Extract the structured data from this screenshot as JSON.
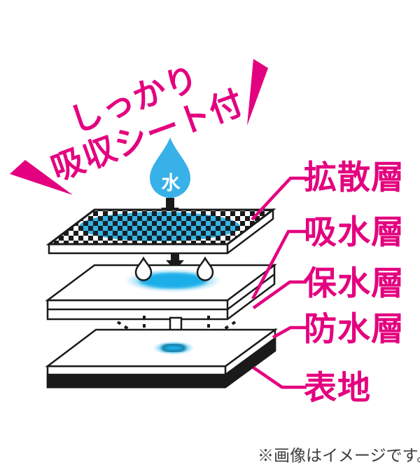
{
  "headline": {
    "line1": "しっかり",
    "line2": "吸収シート付"
  },
  "water_drop": {
    "label": "水"
  },
  "layer_labels": [
    {
      "id": "diffusion",
      "label": "拡散層"
    },
    {
      "id": "absorbent",
      "label": "吸水層"
    },
    {
      "id": "retention",
      "label": "保水層"
    },
    {
      "id": "waterproof",
      "label": "防水層"
    },
    {
      "id": "fabric",
      "label": "表地"
    }
  ],
  "note": "※画像はイメージです。",
  "colors": {
    "magenta": "#e4017f",
    "drop_blue": "#38b1e8",
    "checker_blue": "#35b3e3",
    "spot_blue": "#00b0ea",
    "outline_black": "#1a1a1a",
    "note_gray": "#3c3c3c"
  }
}
